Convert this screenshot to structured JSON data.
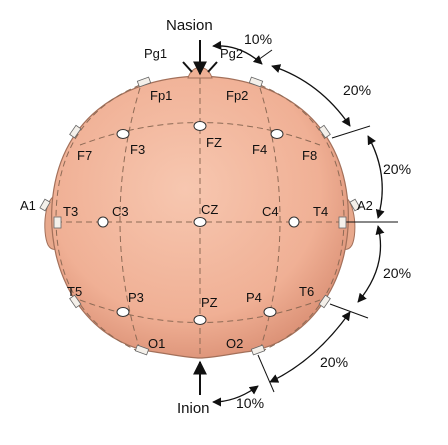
{
  "labels": {
    "nasion": "Nasion",
    "inion": "Inion",
    "ear_left": "A1",
    "ear_right": "A2"
  },
  "electrodes": [
    {
      "id": "Pg1",
      "label": "Pg1"
    },
    {
      "id": "Pg2",
      "label": "Pg2"
    },
    {
      "id": "Fp1",
      "label": "Fp1"
    },
    {
      "id": "Fp2",
      "label": "Fp2"
    },
    {
      "id": "F7",
      "label": "F7"
    },
    {
      "id": "F3",
      "label": "F3"
    },
    {
      "id": "Fz",
      "label": "FZ"
    },
    {
      "id": "F4",
      "label": "F4"
    },
    {
      "id": "F8",
      "label": "F8"
    },
    {
      "id": "T3",
      "label": "T3"
    },
    {
      "id": "C3",
      "label": "C3"
    },
    {
      "id": "Cz",
      "label": "CZ"
    },
    {
      "id": "C4",
      "label": "C4"
    },
    {
      "id": "T4",
      "label": "T4"
    },
    {
      "id": "T5",
      "label": "T5"
    },
    {
      "id": "P3",
      "label": "P3"
    },
    {
      "id": "Pz",
      "label": "PZ"
    },
    {
      "id": "P4",
      "label": "P4"
    },
    {
      "id": "T6",
      "label": "T6"
    },
    {
      "id": "O1",
      "label": "O1"
    },
    {
      "id": "O2",
      "label": "O2"
    }
  ],
  "percentages": {
    "top": "10%",
    "upper_right": "20%",
    "middle_upper": "20%",
    "middle_lower": "20%",
    "lower_right": "20%",
    "bottom": "10%"
  },
  "colors": {
    "skin": "#f2b89e",
    "skin_shadow": "#d8947a",
    "outline": "#8d6a55",
    "electrode": "#ffffff",
    "text": "#111111"
  }
}
